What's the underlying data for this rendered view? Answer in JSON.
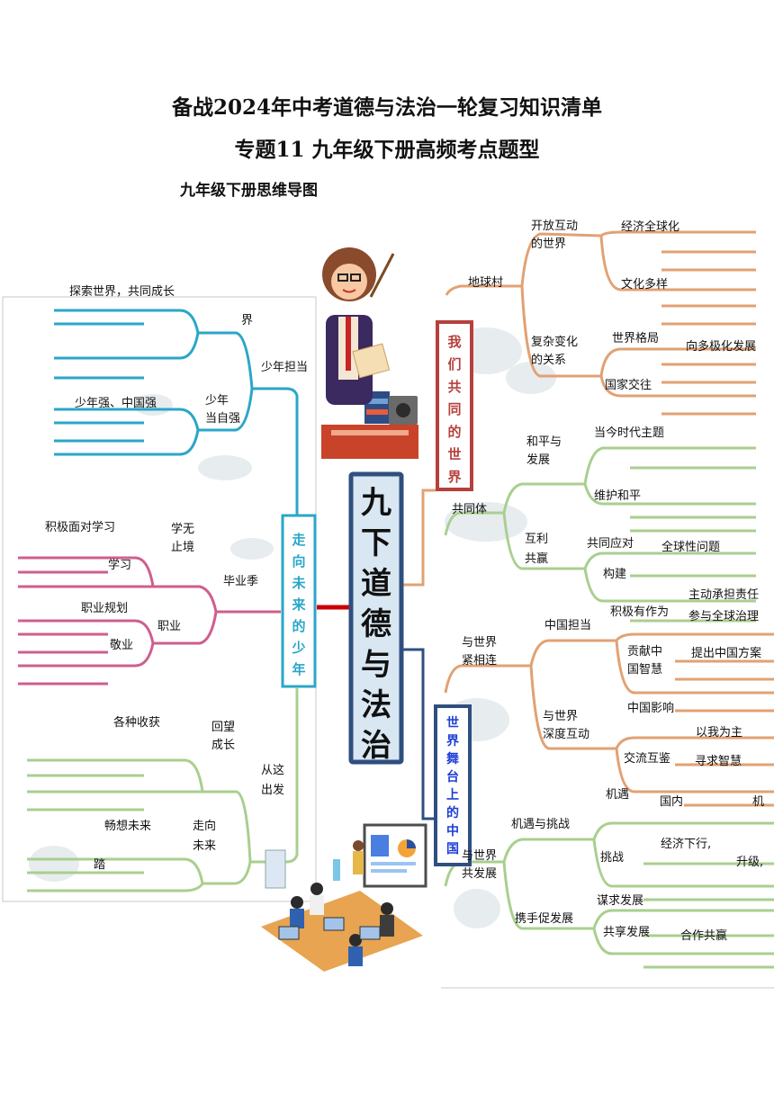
{
  "header": {
    "title": "备战2024年中考道德与法治一轮复习知识清单",
    "subtitle": "专题11 九年级下册高频考点题型",
    "section": "九年级下册思维导图"
  },
  "center": {
    "text": "九下道德与法治",
    "chars": [
      "九",
      "下",
      "道",
      "德",
      "与",
      "法",
      "治"
    ]
  },
  "branches": {
    "world": {
      "title": "我们共同的世界",
      "chars": [
        "我",
        "们",
        "共",
        "同",
        "的",
        "世",
        "界"
      ],
      "color": "#b5403c"
    },
    "future": {
      "title": "走向未来的少年",
      "chars": [
        "走",
        "向",
        "未",
        "来",
        "的",
        "少",
        "年"
      ],
      "color": "#2aa6c8"
    },
    "china": {
      "title": "世界舞台上的中国",
      "chars": [
        "世",
        "界",
        "舞",
        "台",
        "上",
        "的",
        "中",
        "国"
      ],
      "color": "#1c3ed6"
    }
  },
  "labels": {
    "diqiucun": "地球村",
    "kaifang_l1": "开放互动",
    "kaifang_l2": "的世界",
    "jingji": "经济全球化",
    "wenhua": "文化多样",
    "fuza_l1": "复杂变化",
    "fuza_l2": "的关系",
    "geju": "世界格局",
    "duojihua": "向多极化发展",
    "guojia": "国家交往",
    "gongtongti": "共同体",
    "heping_l1": "和平与",
    "heping_l2": "发展",
    "dangjin": "当今时代主题",
    "weihu": "维护和平",
    "huli_l1": "互利",
    "huli_l2": "共赢",
    "gongtong_ying": "共同应对",
    "quanqiu": "全球性问题",
    "goujian": "构建",
    "jiji": "积极有作为",
    "zhudong": "主动承担责任",
    "canyu": "参与全球治理",
    "yushijie_l1": "与世界",
    "yushijie_l2": "紧相连",
    "zhongguo_dandang": "中国担当",
    "gongxian_l1": "贡献中",
    "gongxian_l2": "国智慧",
    "tichu": "提出中国方案",
    "zhongguo_yingxiang": "中国影响",
    "shendu_l1": "与世界",
    "shendu_l2": "深度互动",
    "yiwo": "以我为主",
    "jiaoliu": "交流互鉴",
    "xunqiu": "寻求智慧",
    "jiyu_short": "机遇",
    "guonei": "国内",
    "ji": "机",
    "jiyu": "机遇与挑战",
    "gongfazhan_l1": "与世界",
    "gongfazhan_l2": "共发展",
    "tiaozhan": "挑战",
    "jingjixiaxing": "经济下行,",
    "shengji": "升级,",
    "mouqiu": "谋求发展",
    "xieshou": "携手促发展",
    "gongxiang": "共享发展",
    "hezuo": "合作共赢",
    "tansuo": "探索世界，共同成长",
    "jie": "界",
    "shaonian_dandang": "少年担当",
    "shaonianqiang": "少年强、中国强",
    "shaonian_l1": "少年",
    "shaonian_l2": "当自强",
    "jiji_xuexi": "积极面对学习",
    "xuewu_l1": "学无",
    "xuewu_l2": "止境",
    "xuexi": "学习",
    "biyeji": "毕业季",
    "zhiye_guihua": "职业规划",
    "zhiye": "职业",
    "jingye": "敬业",
    "gezhong": "各种收获",
    "huiwang_l1": "回望",
    "huiwang_l2": "成长",
    "congzhe_l1": "从这",
    "congzhe_l2": "出发",
    "changxiang": "畅想未来",
    "zouxiang_l1": "走向",
    "zouxiang_l2": "未来",
    "lu": "踏"
  },
  "colors": {
    "orange": "#e2a173",
    "green": "#a9cf8f",
    "blue_line": "#2aa6c8",
    "pink": "#cf5e8e",
    "center_border": "#2f4f7f",
    "center_fill": "#d8e7f2",
    "red_link": "#cc0000"
  },
  "icons": [
    "teacher-illustration",
    "meeting-illustration",
    "world-map-watermark"
  ]
}
